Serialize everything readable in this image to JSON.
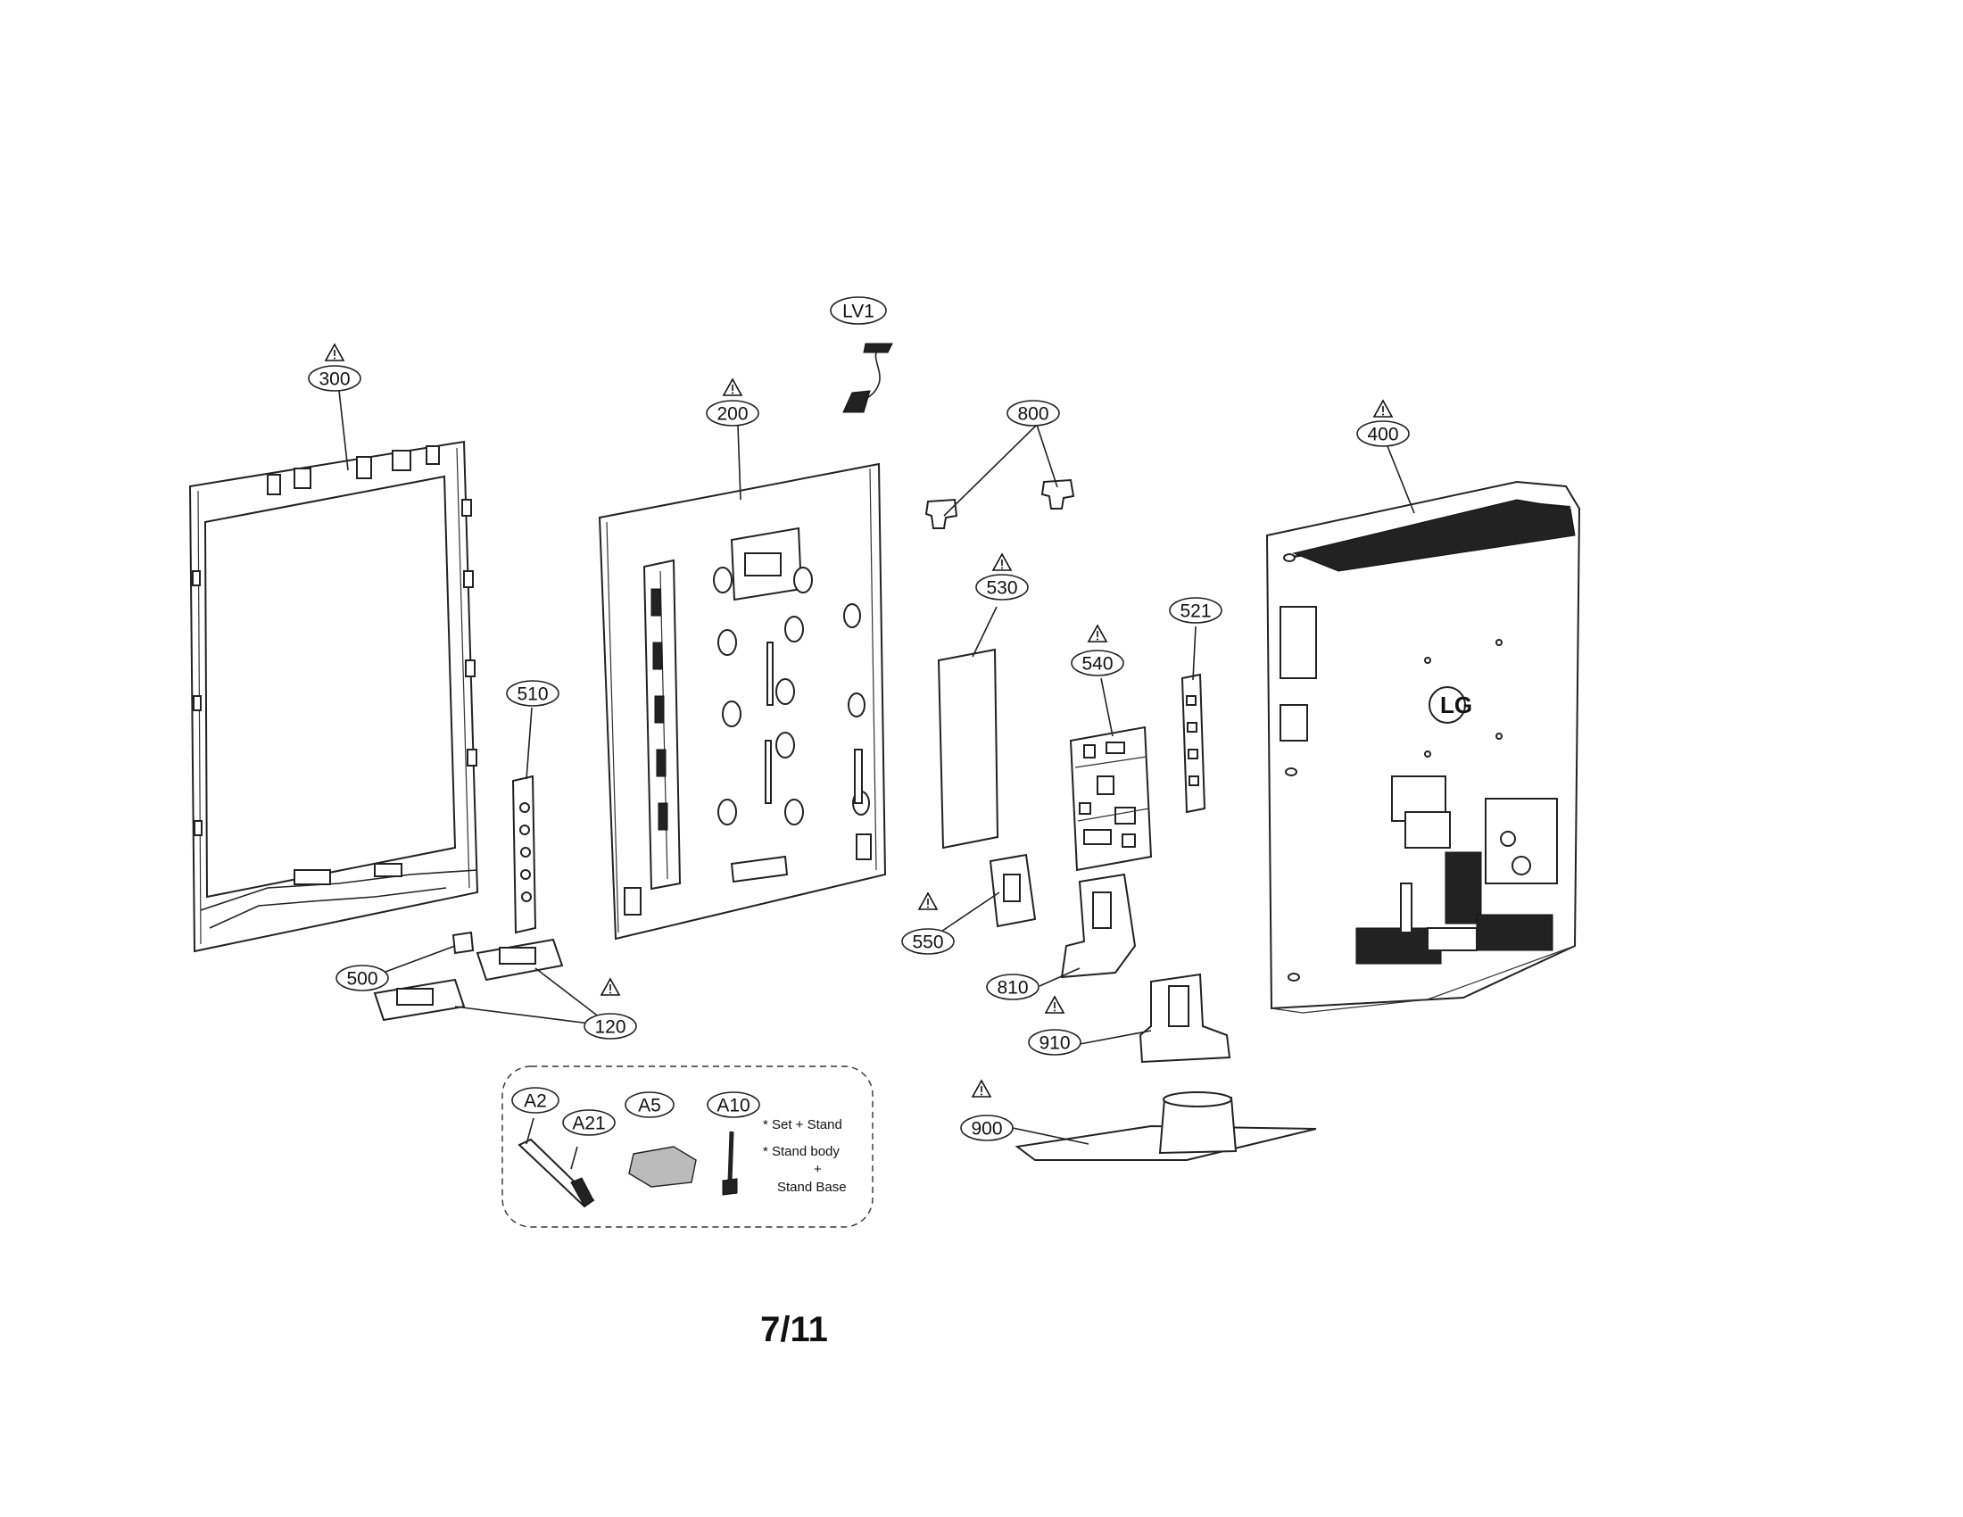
{
  "callouts": {
    "c300": "300",
    "c200": "200",
    "cLV1": "LV1",
    "c800": "800",
    "c400": "400",
    "c530": "530",
    "c521": "521",
    "c540": "540",
    "c510": "510",
    "c500": "500",
    "c120": "120",
    "c550": "550",
    "c810": "810",
    "c910": "910",
    "c900": "900",
    "cA2": "A2",
    "cA21": "A21",
    "cA5": "A5",
    "cA10": "A10"
  },
  "accessory_notes": {
    "line1": "* Set + Stand",
    "line2": "* Stand body",
    "line3": "+",
    "line4": "Stand Base"
  },
  "logo_text": "LG",
  "page_number": "7/11"
}
